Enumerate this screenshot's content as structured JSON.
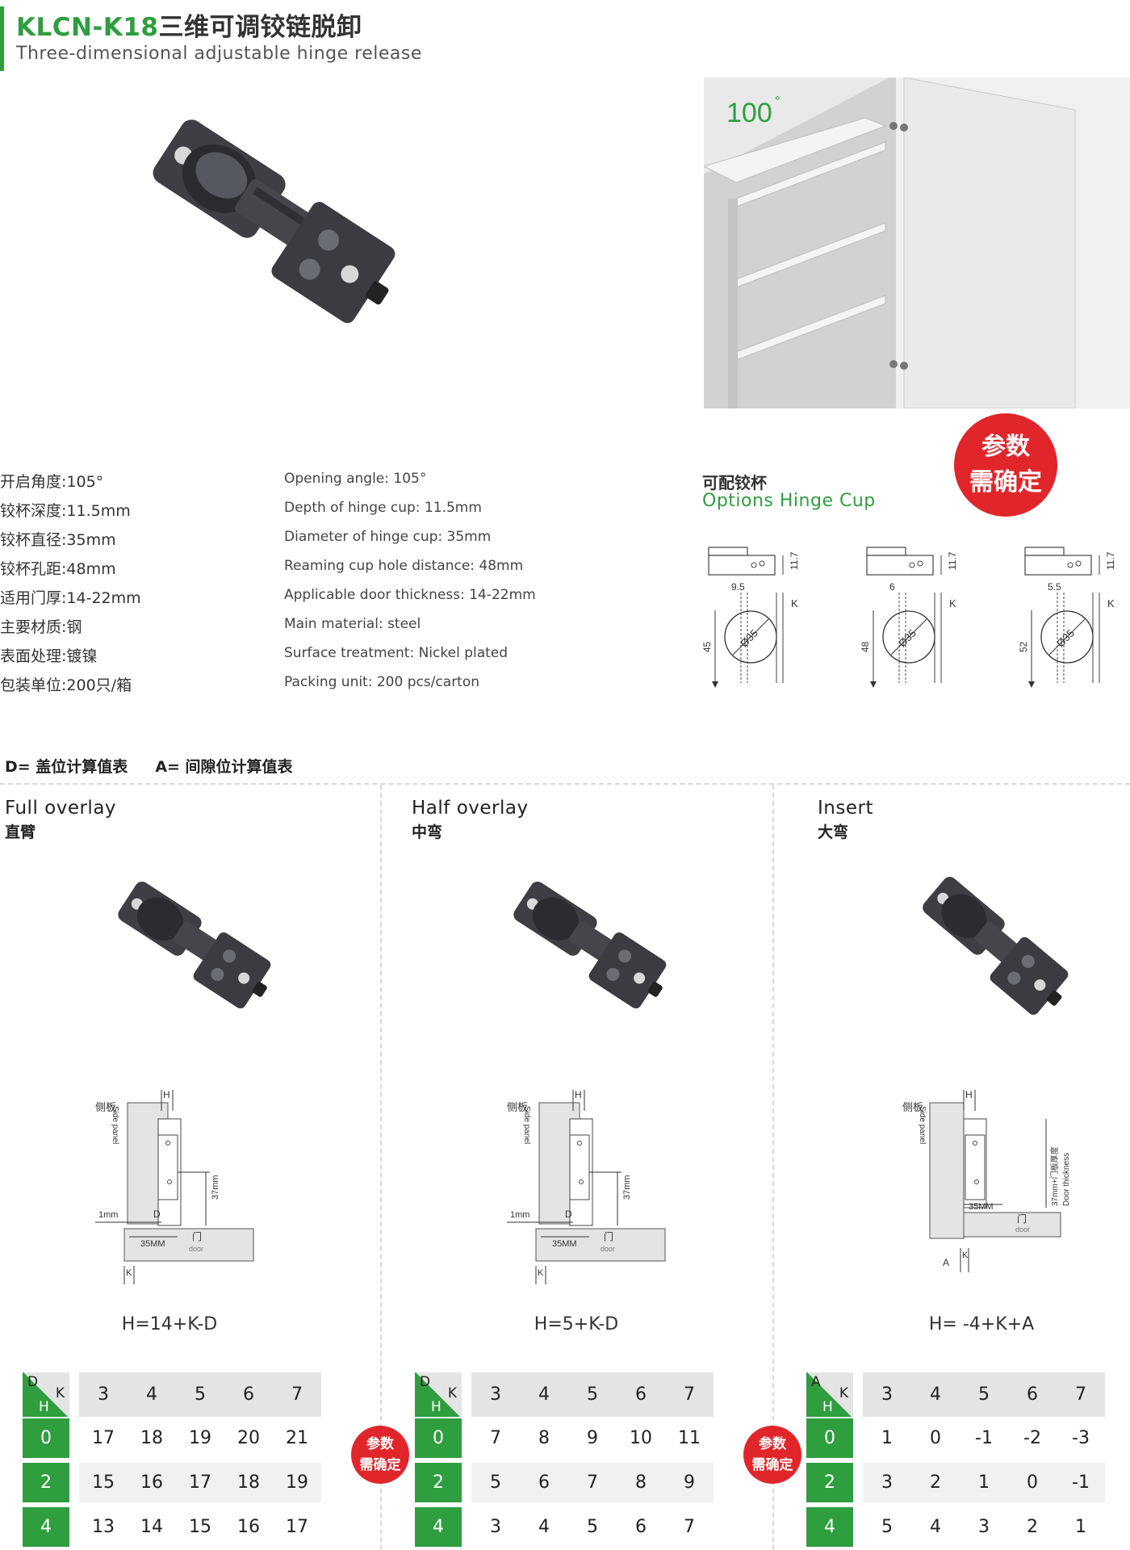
{
  "header": {
    "model": "KLCN-K18",
    "title_cn": "三维可调铰链脱卸",
    "subtitle": "Three-dimensional adjustable hinge release"
  },
  "angle_label": "100",
  "angle_degree": "°",
  "specs": [
    {
      "cn_label": "开启角度:",
      "cn_value": "105°",
      "en": "Opening angle: 105°"
    },
    {
      "cn_label": "铰杯深度:",
      "cn_value": "11.5mm",
      "en": "Depth of hinge cup: 11.5mm"
    },
    {
      "cn_label": "铰杯直径:",
      "cn_value": "35mm",
      "en": "Diameter of hinge cup: 35mm"
    },
    {
      "cn_label": "铰杯孔距:",
      "cn_value": "48mm",
      "en": "Reaming cup hole distance: 48mm"
    },
    {
      "cn_label": "适用门厚:",
      "cn_value": "14-22mm",
      "en": "Applicable door thickness: 14-22mm"
    },
    {
      "cn_label": "主要材质:",
      "cn_value": "钢",
      "en": "Main material: steel"
    },
    {
      "cn_label": "表面处理:",
      "cn_value": "镀镍",
      "en": "Surface treatment: Nickel plated"
    },
    {
      "cn_label": "包装单位:",
      "cn_value": "200只/箱",
      "en": "Packing unit: 200 pcs/carton"
    }
  ],
  "cup": {
    "title": "可配铰杯",
    "subtitle": "Options Hinge Cup",
    "badge_line1": "参数",
    "badge_line2": "需确定",
    "height_label": "11.7",
    "dia_label": "Ø35",
    "k_label": "K",
    "variants": [
      {
        "offset": "9.5",
        "dist": "45"
      },
      {
        "offset": "6",
        "dist": "48"
      },
      {
        "offset": "5.5",
        "dist": "52"
      }
    ]
  },
  "legend": {
    "d_text": "D= 盖位计算值表",
    "a_text": "A= 间隙位计算值表"
  },
  "diagram_labels": {
    "side_panel_cn": "侧板",
    "side_panel_en": "Side panel",
    "door_cn": "门",
    "door_en": "door",
    "mm35": "35MM",
    "mm37": "37mm",
    "mm1": "1mm",
    "H": "H",
    "D": "D",
    "K": "K",
    "A": "A",
    "door_thick_cn": "37mm+门板厚度",
    "door_thick_en": "Door thickness"
  },
  "columns": [
    {
      "title": "Full overlay",
      "title_cn": "直臂",
      "formula": "H=14+K-D",
      "corner_left": "D",
      "corner_right": "K",
      "corner_bottom": "H",
      "k_values": [
        "3",
        "4",
        "5",
        "6",
        "7"
      ],
      "rows": [
        {
          "h": "0",
          "vals": [
            "17",
            "18",
            "19",
            "20",
            "21"
          ]
        },
        {
          "h": "2",
          "vals": [
            "15",
            "16",
            "17",
            "18",
            "19"
          ]
        },
        {
          "h": "4",
          "vals": [
            "13",
            "14",
            "15",
            "16",
            "17"
          ]
        }
      ]
    },
    {
      "title": "Half overlay",
      "title_cn": "中弯",
      "formula": "H=5+K-D",
      "corner_left": "D",
      "corner_right": "K",
      "corner_bottom": "H",
      "k_values": [
        "3",
        "4",
        "5",
        "6",
        "7"
      ],
      "rows": [
        {
          "h": "0",
          "vals": [
            "7",
            "8",
            "9",
            "10",
            "11"
          ]
        },
        {
          "h": "2",
          "vals": [
            "5",
            "6",
            "7",
            "8",
            "9"
          ]
        },
        {
          "h": "4",
          "vals": [
            "3",
            "4",
            "5",
            "6",
            "7"
          ]
        }
      ]
    },
    {
      "title": "Insert",
      "title_cn": "大弯",
      "formula": "H= -4+K+A",
      "corner_left": "A",
      "corner_right": "K",
      "corner_bottom": "H",
      "k_values": [
        "3",
        "4",
        "5",
        "6",
        "7"
      ],
      "rows": [
        {
          "h": "0",
          "vals": [
            "1",
            "0",
            "-1",
            "-2",
            "-3"
          ]
        },
        {
          "h": "2",
          "vals": [
            "3",
            "2",
            "1",
            "0",
            "-1"
          ]
        },
        {
          "h": "4",
          "vals": [
            "5",
            "4",
            "3",
            "2",
            "1"
          ]
        }
      ]
    }
  ],
  "mid_badges": {
    "line1": "参数",
    "line2": "需确定"
  },
  "colors": {
    "accent": "#2f9e3f",
    "badge": "#e0262b"
  },
  "icons": [
    "hinge-image",
    "cabinet-image",
    "hinge-cup-diagram",
    "mounting-diagram"
  ]
}
